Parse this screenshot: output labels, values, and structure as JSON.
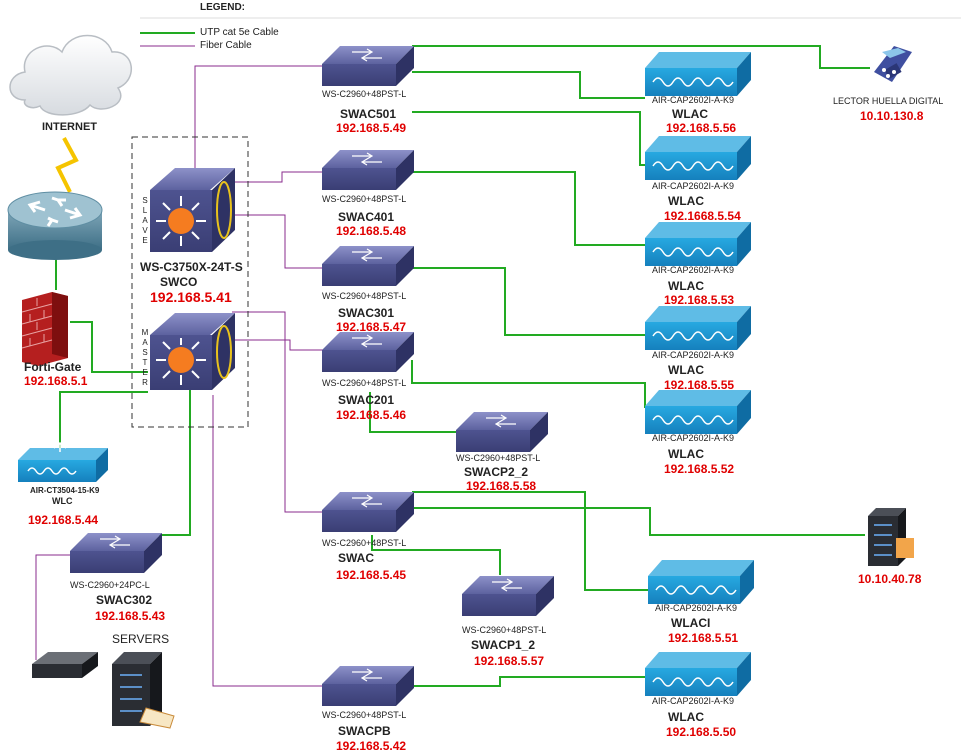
{
  "legend": {
    "title": "LEGEND:",
    "items": [
      {
        "label": "UTP cat 5e Cable",
        "color": "#22aa22"
      },
      {
        "label": "Fiber Cable",
        "color": "#8a2b8e"
      }
    ]
  },
  "colors": {
    "utp": "#22aa22",
    "fiber": "#8a2b8e",
    "ip": "#e00000",
    "switch": "#5a5f9e",
    "ap": "#1e9bd7"
  },
  "internet": {
    "label": "INTERNET"
  },
  "firewall": {
    "name": "Forti-Gate",
    "ip": "192.168.5.1"
  },
  "core": {
    "model": "WS-C3750X-24T-S",
    "name": "SWCO",
    "ip": "192.168.5.41",
    "slave_label": "SLAVE",
    "master_label": "MASTER"
  },
  "wlc": {
    "model": "AIR-CT3504-15-K9",
    "name": "WLC",
    "ip": "192.168.5.44"
  },
  "switches": [
    {
      "id": "swac501",
      "model": "WS-C2960+48PST-L",
      "name": "SWAC501",
      "ip": "192.168.5.49"
    },
    {
      "id": "swac401",
      "model": "WS-C2960+48PST-L",
      "name": "SWAC401",
      "ip": "192.168.5.48"
    },
    {
      "id": "swac301",
      "model": "WS-C2960+48PST-L",
      "name": "SWAC301",
      "ip": "192.168.5.47"
    },
    {
      "id": "swac201",
      "model": "WS-C2960+48PST-L",
      "name": "SWAC201",
      "ip": "192.168.5.46"
    },
    {
      "id": "swacp2",
      "model": "WS-C2960+48PST-L",
      "name": "SWACP2_2",
      "ip": "192.168.5.58"
    },
    {
      "id": "swac",
      "model": "WS-C2960+48PST-L",
      "name": "SWAC",
      "ip": "192.168.5.45"
    },
    {
      "id": "swacp1",
      "model": "WS-C2960+48PST-L",
      "name": "SWACP1_2",
      "ip": "192.168.5.57"
    },
    {
      "id": "swacpb",
      "model": "WS-C2960+48PST-L",
      "name": "SWACPB",
      "ip": "192.168.5.42"
    },
    {
      "id": "swac302",
      "model": "WS-C2960+24PC-L",
      "name": "SWAC302",
      "ip": "192.168.5.43"
    }
  ],
  "access_points": [
    {
      "model": "AIR-CAP2602I-A-K9",
      "name": "WLAC",
      "ip": "192.168.5.56"
    },
    {
      "model": "AIR-CAP2602I-A-K9",
      "name": "WLAC",
      "ip": "192.1668.5.54"
    },
    {
      "model": "AIR-CAP2602I-A-K9",
      "name": "WLAC",
      "ip": "192.168.5.53"
    },
    {
      "model": "AIR-CAP2602I-A-K9",
      "name": "WLAC",
      "ip": "192.168.5.55"
    },
    {
      "model": "AIR-CAP2602I-A-K9",
      "name": "WLAC",
      "ip": "192.168.5.52"
    },
    {
      "model": "AIR-CAP2602I-A-K9",
      "name": "WLACI",
      "ip": "192.168.5.51"
    },
    {
      "model": "AIR-CAP2602I-A-K9",
      "name": "WLAC",
      "ip": "192.168.5.50"
    }
  ],
  "fingerprint": {
    "name": "LECTOR HUELLA DIGITAL",
    "ip": "10.10.130.8"
  },
  "server_right": {
    "ip": "10.10.40.78"
  },
  "servers": {
    "label": "SERVERS"
  }
}
